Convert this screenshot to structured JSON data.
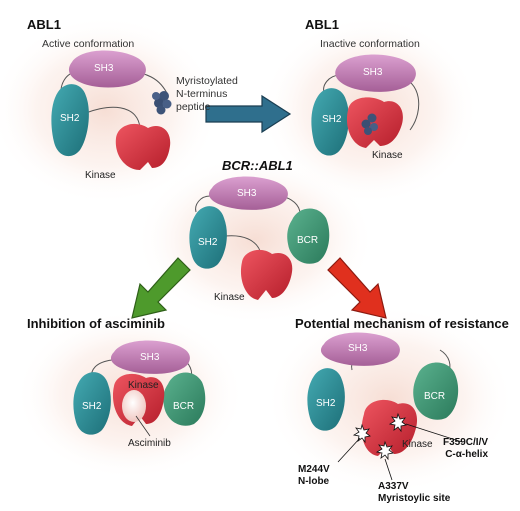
{
  "panels": {
    "active": {
      "title": "ABL1",
      "subtitle": "Active conformation"
    },
    "inactive": {
      "title": "ABL1",
      "subtitle": "Inactive conformation"
    },
    "fusion": {
      "title": "BCR::ABL1"
    },
    "inhibition": {
      "title": "Inhibition of asciminib"
    },
    "resistance": {
      "title": "Potential mechanism of resistance"
    }
  },
  "domains": {
    "sh3": "SH3",
    "sh2": "SH2",
    "kinase": "Kinase",
    "bcr": "BCR"
  },
  "annotations": {
    "myristoyl_line1": "Myristoylated",
    "myristoyl_line2": "N-terminus",
    "myristoyl_line3": "peptide",
    "asciminib": "Asciminib"
  },
  "mutations": [
    {
      "name": "M244V",
      "site": "N-lobe"
    },
    {
      "name": "A337V",
      "site": "Myristoylic site"
    },
    {
      "name": "F359C/I/V",
      "site": "C-α-helix"
    }
  ],
  "colors": {
    "sh3": "#c77fb8",
    "sh2": "#2e8f98",
    "kinase": "#d9333f",
    "bcr": "#3f9a76",
    "blue_arrow": "#2f6f8d",
    "green_arrow": "#4e9a2c",
    "red_arrow": "#e0301e"
  }
}
